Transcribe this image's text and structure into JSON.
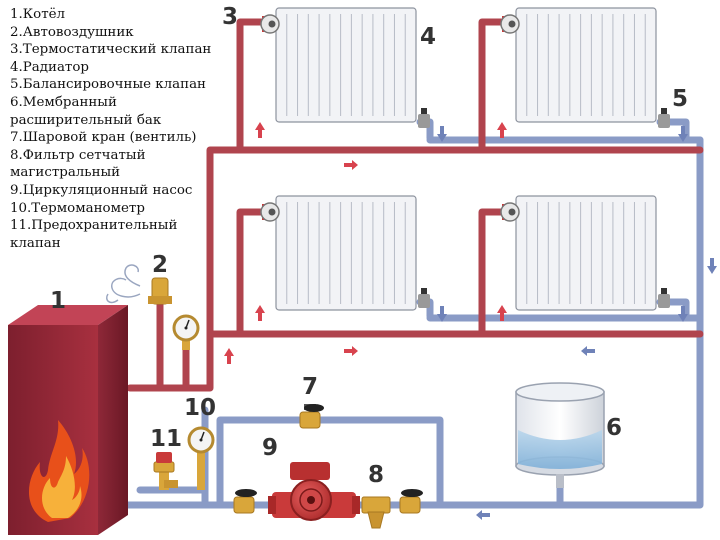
{
  "legend": [
    "1.Котёл",
    "2.Автовоздушник",
    "3.Термостатический клапан",
    "4.Радиатор",
    "5.Балансировочные клапан",
    "6.Мембранный расширительный бак",
    "7.Шаровой кран (вентиль)",
    "8.Фильтр сетчатый магистральный",
    "9.Циркуляционный насос",
    "10.Термоманометр",
    "11.Предохранительный клапан"
  ],
  "markers": {
    "boiler": "1",
    "air_vent": "2",
    "thermo_valve": "3",
    "radiator": "4",
    "balancing_valve": "5",
    "expansion_tank": "6",
    "ball_valve": "7",
    "filter": "8",
    "pump": "9",
    "thermomanometer": "10",
    "safety_valve": "11"
  },
  "colors": {
    "supply_pipe": "#b0444e",
    "return_pipe": "#8a9bc6",
    "supply_arrow": "#d8434e",
    "return_arrow": "#6f82b8",
    "boiler_body": "#a02d3e",
    "flame": "#e8501a",
    "pump": "#c93a3a",
    "brass": "#d9a63a"
  }
}
